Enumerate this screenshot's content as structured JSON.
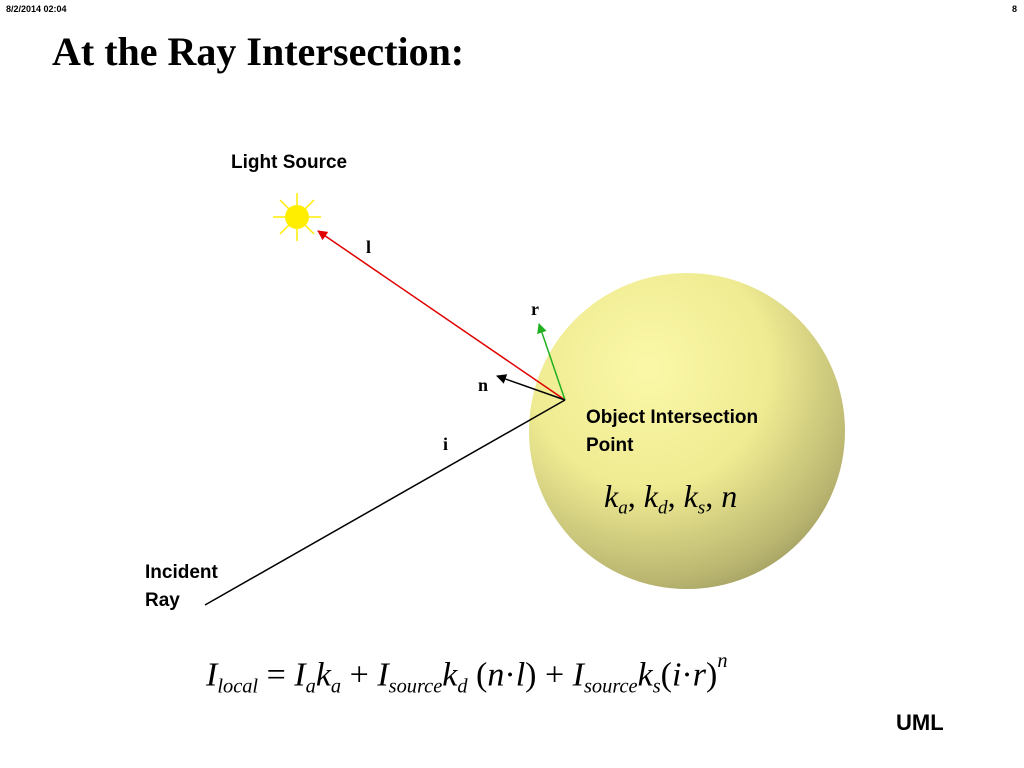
{
  "header": {
    "date": "8/2/2014  02:04",
    "page": "8"
  },
  "title": "At the Ray Intersection:",
  "labels": {
    "light_source": "Light Source",
    "object_point_line1": "Object Intersection",
    "object_point_line2": "Point",
    "incident_line1": "Incident",
    "incident_line2": "Ray",
    "vec_l": "l",
    "vec_r": "r",
    "vec_n": "n",
    "vec_i": "i"
  },
  "material": {
    "k": "k",
    "a": "a",
    "d": "d",
    "s": "s",
    "n": "n",
    "comma": ","
  },
  "equation": {
    "I": "I",
    "local": "local",
    "eq": "=",
    "a": "a",
    "k": "k",
    "plus": "+",
    "source": "source",
    "d": "d",
    "s": "s",
    "open": "(",
    "close": ")",
    "dot": "·",
    "n": "n",
    "l": "l",
    "i": "i",
    "r": "r",
    "exp": "n"
  },
  "footer": "UML",
  "colors": {
    "light_ray": "#e00000",
    "reflect_ray": "#20b020",
    "sun": "#ffee00",
    "sphere_light": "#f8f5a0",
    "sphere_dark": "#8a8650"
  },
  "icons": {
    "sun": "sun-icon"
  }
}
